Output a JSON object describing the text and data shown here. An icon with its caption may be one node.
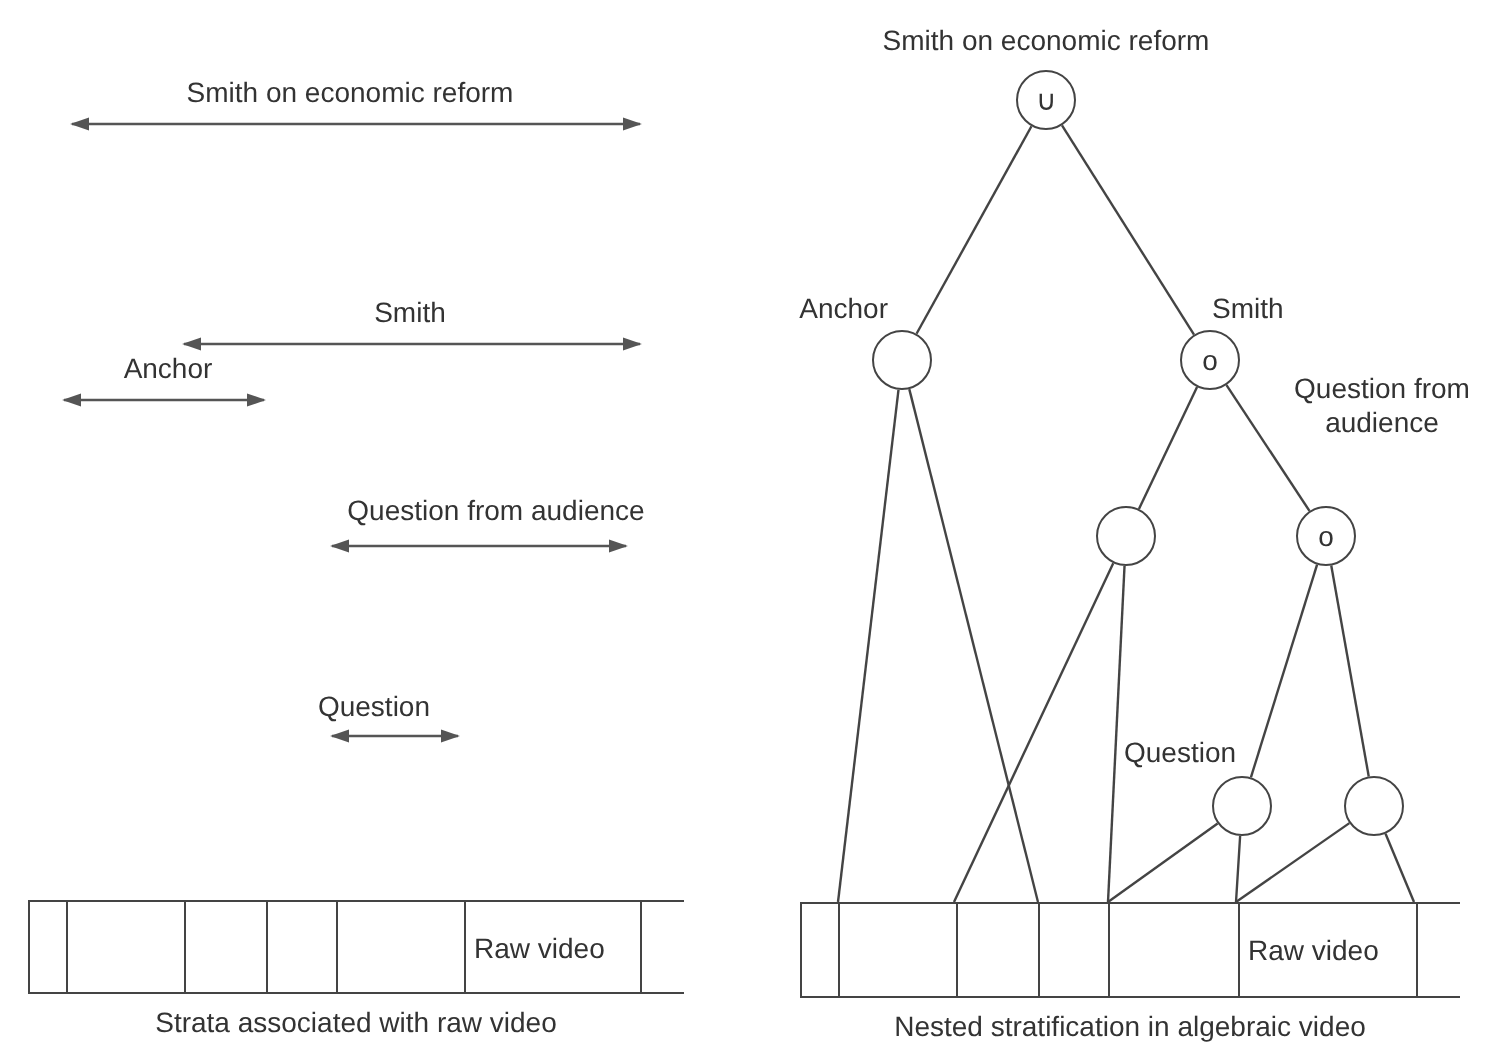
{
  "diagram": {
    "nodes": [
      {
        "text": [
          "Raw video"
        ],
        "beside": [
          "Strata associated with raw video"
        ]
      },
      {
        "text": [
          "Smith on economic reform",
          "∪"
        ]
      },
      {
        "text": [
          "Anchor"
        ]
      },
      {
        "text": [
          "Smith",
          "o"
        ]
      },
      {
        "text": [],
        "shape": "circle"
      },
      {
        "text": [
          "Question from audience",
          "o"
        ]
      },
      {
        "text": [
          "Question"
        ]
      },
      {
        "text": [],
        "shape": "circle"
      },
      {
        "text": [
          "Raw video"
        ],
        "beside": [
          "Nested stratification in algebraic video"
        ]
      }
    ],
    "edges": [
      {
        "from": 1,
        "to": 2,
        "arrow": "none"
      },
      {
        "from": 1,
        "to": 3,
        "arrow": "none"
      },
      {
        "from": 2,
        "to": 8,
        "arrow": "none"
      },
      {
        "from": 2,
        "to": 8,
        "arrow": "none"
      },
      {
        "from": 3,
        "to": 4,
        "arrow": "none"
      },
      {
        "from": 3,
        "to": 5,
        "arrow": "none"
      },
      {
        "from": 4,
        "to": 8,
        "arrow": "none"
      },
      {
        "from": 4,
        "to": 8,
        "arrow": "none"
      },
      {
        "from": 5,
        "to": 6,
        "arrow": "none"
      },
      {
        "from": 5,
        "to": 7,
        "arrow": "none"
      },
      {
        "from": 6,
        "to": 8,
        "arrow": "none"
      },
      {
        "from": 6,
        "to": 8,
        "arrow": "none"
      },
      {
        "from": 7,
        "to": 8,
        "arrow": "none"
      },
      {
        "from": 7,
        "to": 8,
        "arrow": "none"
      }
    ],
    "labels": [
      "Smith on economic reform",
      "Smith",
      "Anchor",
      "Question from audience",
      "Question"
    ]
  }
}
